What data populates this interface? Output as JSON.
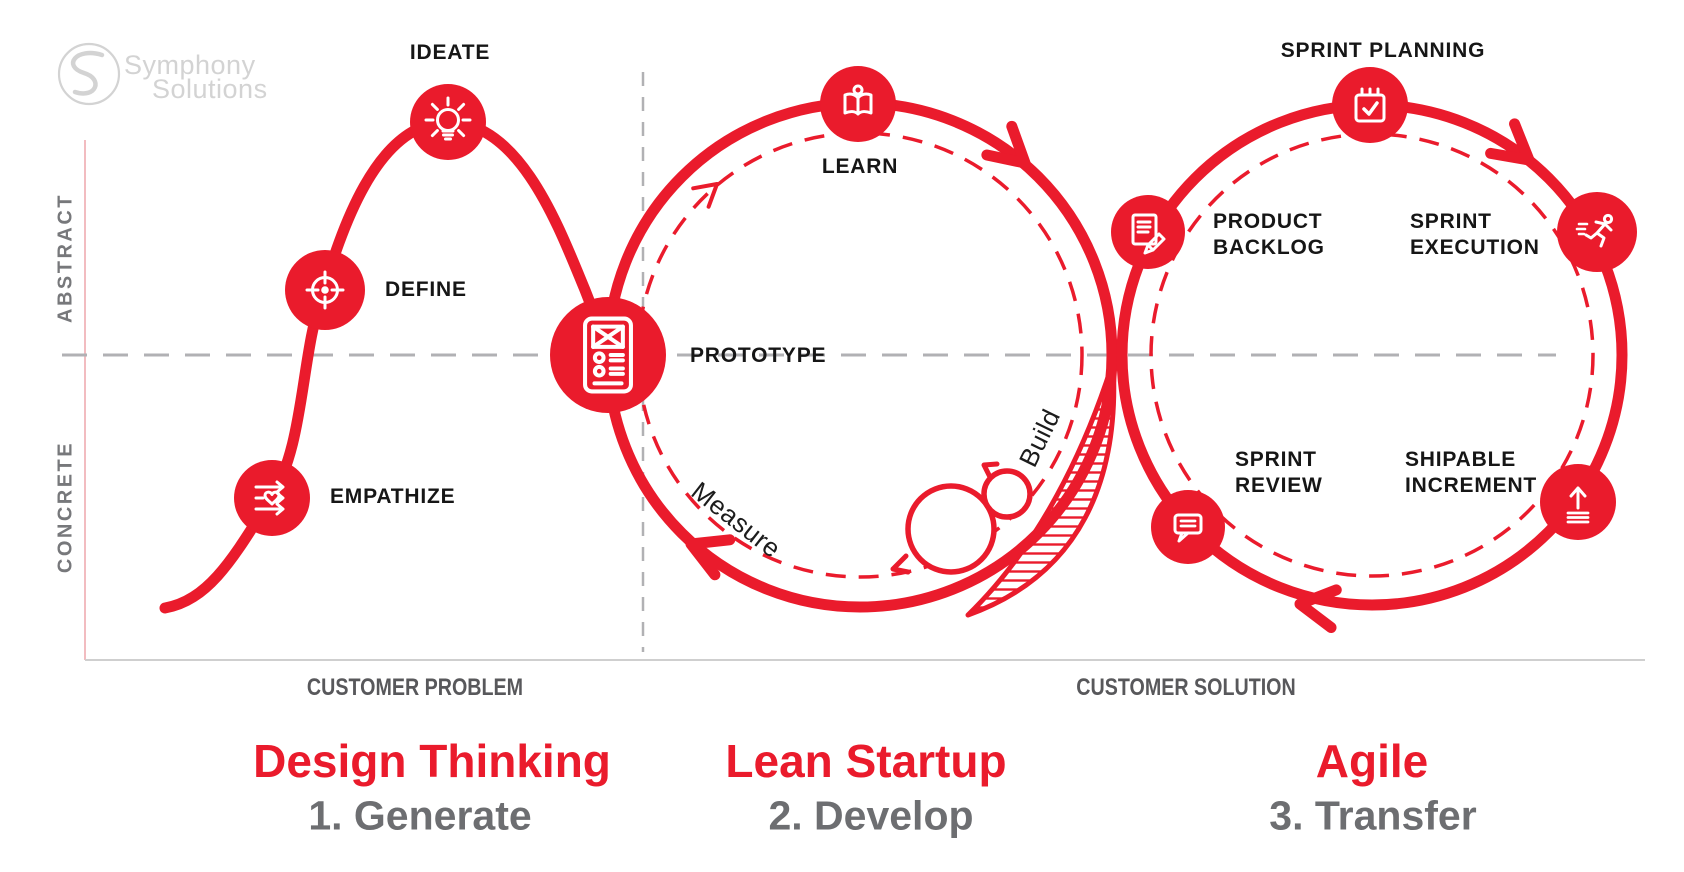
{
  "logo": {
    "name_top": "Symphony",
    "name_bottom": "Solutions"
  },
  "axis": {
    "left_top": "ABSTRACT",
    "left_bottom": "CONCRETE",
    "bottom_left": "CUSTOMER PROBLEM",
    "bottom_right": "CUSTOMER SOLUTION"
  },
  "stages": {
    "ideate": "IDEATE",
    "define": "DEFINE",
    "empathize": "EMPATHIZE",
    "prototype": "PROTOTYPE",
    "learn": "LEARN",
    "sprint_planning": "SPRINT PLANNING",
    "product_backlog": "PRODUCT\nBACKLOG",
    "sprint_execution": "SPRINT\nEXECUTION",
    "sprint_review": "SPRINT\nREVIEW",
    "shipable_increment": "SHIPABLE\nINCREMENT"
  },
  "loop_labels": {
    "build": "Build",
    "measure": "Measure"
  },
  "sections": [
    {
      "title": "Design Thinking",
      "subtitle": "1. Generate"
    },
    {
      "title": "Lean Startup",
      "subtitle": "2. Develop"
    },
    {
      "title": "Agile",
      "subtitle": "3. Transfer"
    }
  ],
  "icons": {
    "ideate": "lightbulb-icon",
    "define": "target-icon",
    "empathize": "arrows-heart-icon",
    "prototype": "phone-wireframe-icon",
    "learn": "open-book-icon",
    "sprint_planning": "calendar-check-icon",
    "product_backlog": "document-pencil-icon",
    "sprint_execution": "runner-icon",
    "sprint_review": "speech-bubble-icon",
    "shipable_increment": "upload-icon",
    "logo": "symphony-s-icon"
  },
  "colors": {
    "red": "#ea1b2c",
    "label": "#161616",
    "subtitle_gray": "#6d6e71",
    "axis_text": "#77787b",
    "dash_gray": "#b1b1b4",
    "axis_line": "#cfcfcf",
    "axis_pink": "#f2bcc0",
    "logo_gray": "#d3d3d3",
    "cust_gray": "#58585b"
  }
}
